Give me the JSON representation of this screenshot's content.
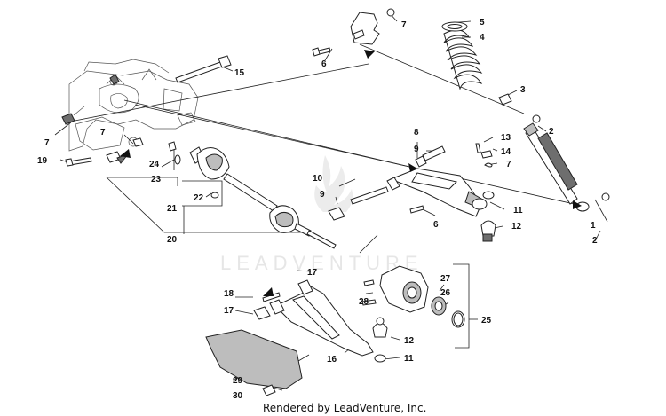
{
  "watermark": "LEADVENTURE",
  "footer": "Rendered by LeadVenture, Inc.",
  "callouts": {
    "c1": "1",
    "c2a": "2",
    "c2b": "2",
    "c3": "3",
    "c4": "4",
    "c5": "5",
    "c6a": "6",
    "c6b": "6",
    "c7a": "7",
    "c7b": "7",
    "c7c": "7",
    "c7d": "7",
    "c8": "8",
    "c9a": "9",
    "c9b": "9",
    "c10": "10",
    "c11a": "11",
    "c11b": "11",
    "c12a": "12",
    "c12b": "12",
    "c13": "13",
    "c14": "14",
    "c15": "15",
    "c16": "16",
    "c17a": "17",
    "c17b": "17",
    "c18": "18",
    "c19": "19",
    "c20": "20",
    "c21": "21",
    "c22": "22",
    "c23": "23",
    "c24": "24",
    "c25": "25",
    "c26": "26",
    "c27": "27",
    "c28": "28",
    "c29": "29",
    "c30": "30"
  },
  "icons": {
    "frame": "frame-sketch-icon",
    "shock": "shock-absorber-icon",
    "spring": "coil-spring-icon",
    "axle": "drive-axle-icon",
    "upper_arm": "upper-a-arm-icon",
    "lower_arm": "lower-a-arm-icon",
    "knuckle": "steering-knuckle-icon",
    "skid": "skid-plate-icon"
  }
}
